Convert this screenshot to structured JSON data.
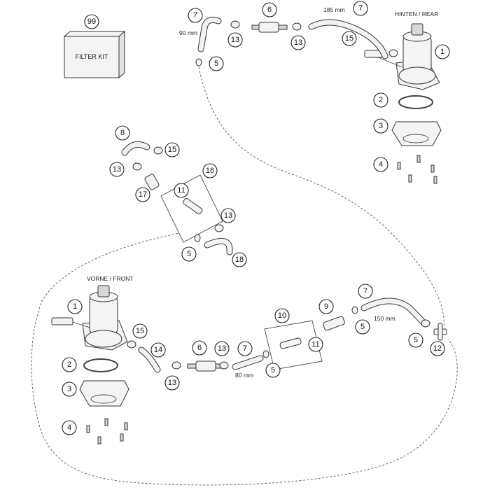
{
  "labels": {
    "filter_kit": "FILTER KIT",
    "rear": "HINTEN / REAR",
    "front": "VORNE / FRONT",
    "len_90": "90 mm",
    "len_185": "185 mm",
    "len_150": "150 mm",
    "len_80": "80 mm"
  },
  "callouts": {
    "c99": "99",
    "c7a": "7",
    "c6a": "6",
    "c13a": "13",
    "c13b": "13",
    "c7b": "7",
    "c5a": "5",
    "c15a": "15",
    "c1a": "1",
    "c2a": "2",
    "c3a": "3",
    "c4a": "4",
    "c8": "8",
    "c15b": "15",
    "c13c": "13",
    "c17": "17",
    "c16": "16",
    "c11a": "11",
    "c13d": "13",
    "c5b": "5",
    "c18": "18",
    "c1b": "1",
    "c15c": "15",
    "c2b": "2",
    "c3b": "3",
    "c4b": "4",
    "c14": "14",
    "c6b": "6",
    "c13e": "13",
    "c13f": "13",
    "c7c": "7",
    "c5c": "5",
    "c10": "10",
    "c11b": "11",
    "c9": "9",
    "c7d": "7",
    "c5d": "5",
    "c5e": "5",
    "c12": "12"
  }
}
